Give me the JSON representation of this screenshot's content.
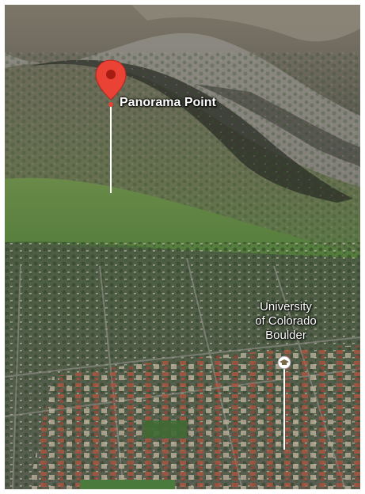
{
  "map": {
    "view": "3d-aerial-terrain",
    "markers": [
      {
        "label": "Panorama Point",
        "icon": "red-location-pin-icon",
        "color": "#ea4335"
      },
      {
        "label_lines": [
          "University",
          "of Colorado",
          "Boulder"
        ],
        "icon": "university-icon"
      }
    ]
  }
}
